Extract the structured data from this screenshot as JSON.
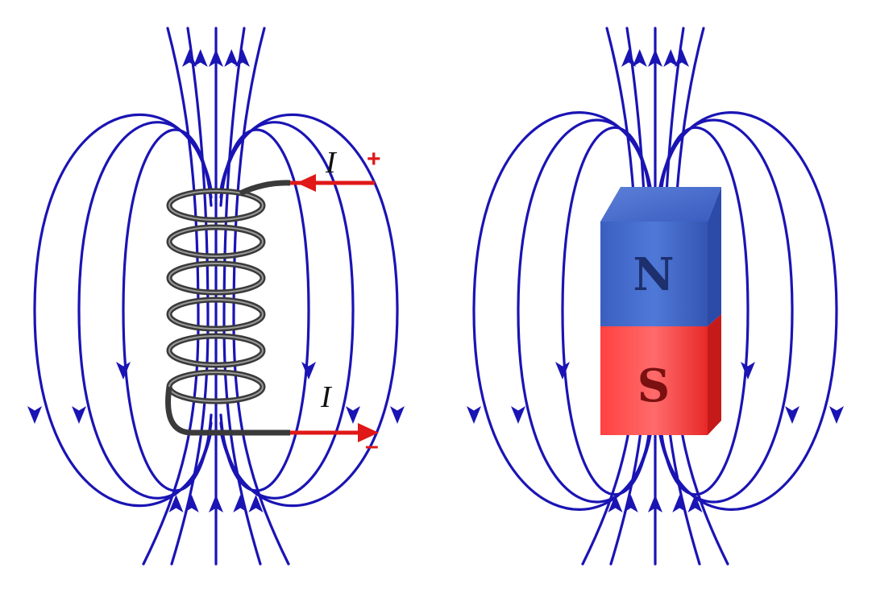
{
  "colors": {
    "field_line": "#1a14b4",
    "current": "#e01818",
    "coil_wire": "#3a3a3a",
    "magnet_north": "#3e67c9",
    "magnet_south": "#ee3232",
    "pole_text": "#1e2f6e",
    "pole_text_south": "#7a1010"
  },
  "solenoid": {
    "current_in_label": "I",
    "current_in_sign": "+",
    "current_out_label": "I",
    "current_out_sign": "–",
    "wire_icon": "coil-icon"
  },
  "magnet": {
    "north_label": "N",
    "south_label": "S"
  }
}
